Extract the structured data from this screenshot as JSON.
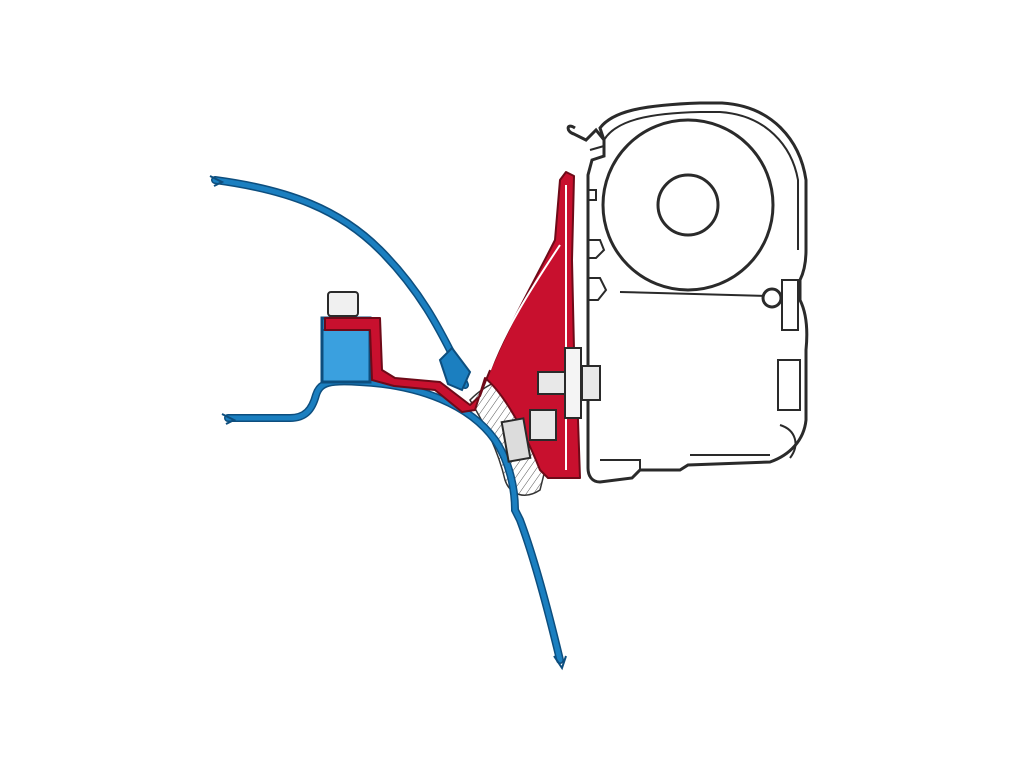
{
  "diagram": {
    "parts": [
      {
        "id": "vehicle-roof-profile",
        "kind": "vehicle body"
      },
      {
        "id": "vehicle-side-wall-profile",
        "kind": "vehicle body"
      },
      {
        "id": "mounting-adapter-bracket",
        "kind": "adapter"
      },
      {
        "id": "awning-cassette-housing",
        "kind": "awning"
      },
      {
        "id": "fabric-roller",
        "kind": "awning"
      },
      {
        "id": "adhesive-seal",
        "kind": "seal"
      },
      {
        "id": "bolt",
        "kind": "fastener"
      },
      {
        "id": "roof-rail-block",
        "kind": "fitting"
      }
    ],
    "colors": {
      "body_blue": "#1b7fc0",
      "body_blue_dark": "#0d4e7e",
      "bracket_red": "#c8102e",
      "bracket_red_dark": "#6e0a18",
      "outline": "#2a2a2a",
      "housing_fill": "#ffffff",
      "block_fill": "#3aa0df",
      "bolt_fill": "#e8e8e8"
    }
  }
}
